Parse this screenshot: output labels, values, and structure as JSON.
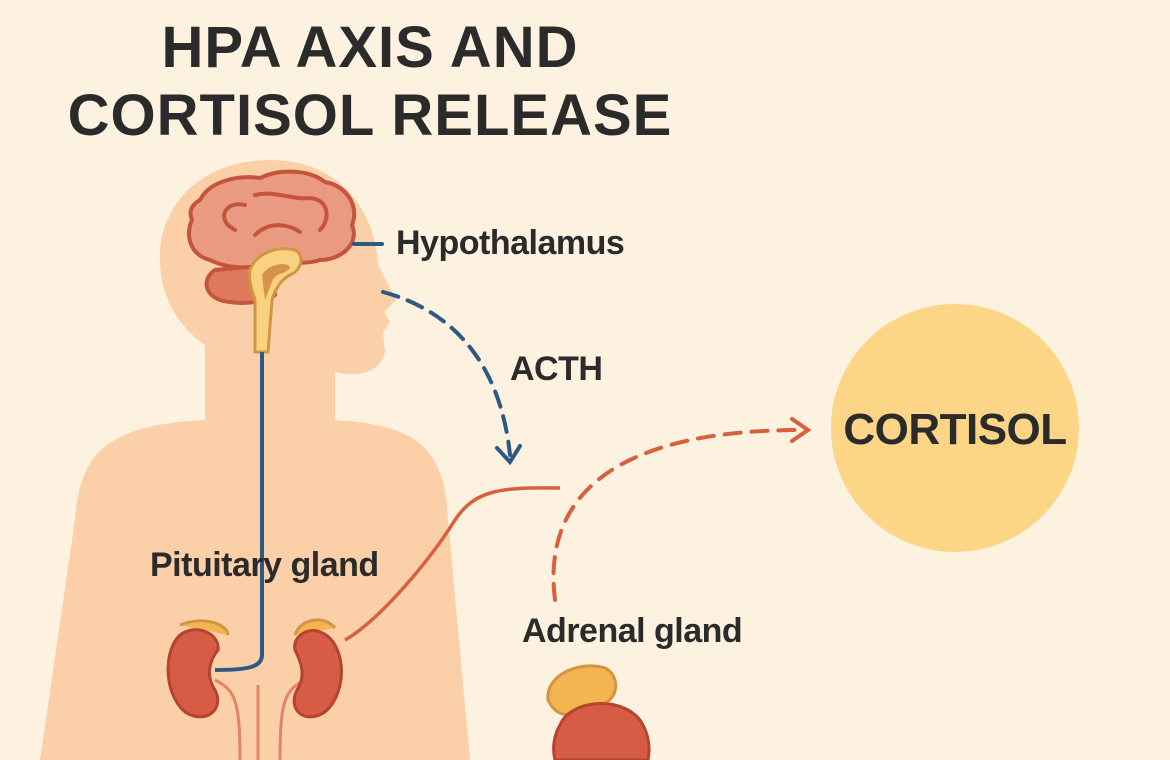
{
  "title": {
    "line1": "HPA AXIS AND",
    "line2": "CORTISOL RELEASE"
  },
  "labels": {
    "hypothalamus": "Hypothalamus",
    "acth": "ACTH",
    "cortisol": "CORTISOL",
    "pituitary": "Pituitary gland",
    "adrenal": "Adrenal gland"
  },
  "colors": {
    "background": "#fdf1e0",
    "skin": "#fbd0a8",
    "brain": "#e99a80",
    "blue_path": "#2d5a84",
    "orange_path": "#d9603e",
    "cortisol_circle": "#fcd587"
  }
}
